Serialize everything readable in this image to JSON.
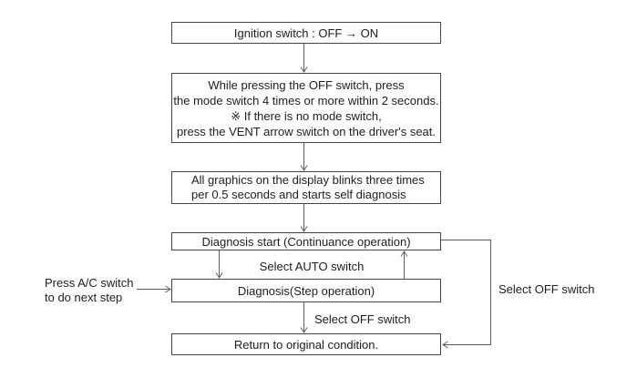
{
  "flowchart": {
    "boxes": {
      "ignition": {
        "text": "Ignition switch : OFF → ON"
      },
      "mode_switch": {
        "lines": [
          "While pressing the OFF switch, press",
          "the mode switch 4 times or more within 2 seconds.",
          "※ If there is no mode switch,",
          "press the VENT arrow switch on the driver's seat."
        ]
      },
      "self_diagnosis": {
        "lines": [
          "All graphics on the display blinks three times",
          "per 0.5 seconds and starts self diagnosis"
        ]
      },
      "diagnosis_start": {
        "text": "Diagnosis start (Continuance operation)"
      },
      "diagnosis_step": {
        "text": "Diagnosis(Step operation)"
      },
      "return_condition": {
        "text": "Return to original condition."
      }
    },
    "labels": {
      "select_auto": "Select AUTO switch",
      "select_off_to_return": "Select OFF switch",
      "select_off_right_loop": "Select OFF switch",
      "press_ac_line1": "Press A/C switch",
      "press_ac_line2": "to do next step"
    },
    "colors": {
      "box_border": "#454545",
      "connector": "#5c5c5c",
      "text": "#1d1d1d",
      "background": "#ffffff"
    }
  }
}
